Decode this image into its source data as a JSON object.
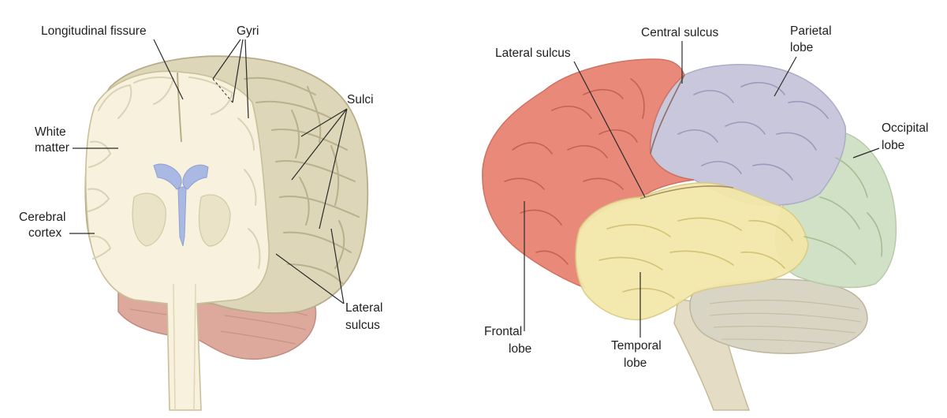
{
  "left_diagram": {
    "labels": {
      "longitudinal_fissure": "Longitudinal fissure",
      "gyri": "Gyri",
      "sulci": "Sulci",
      "white_matter_line1": "White",
      "white_matter_line2": "matter",
      "cerebral_cortex_line1": "Cerebral",
      "cerebral_cortex_line2": "cortex",
      "lateral_sulcus_line1": "Lateral",
      "lateral_sulcus_line2": "sulcus"
    }
  },
  "right_diagram": {
    "labels": {
      "lateral_sulcus": "Lateral sulcus",
      "central_sulcus": "Central sulcus",
      "parietal_lobe_line1": "Parietal",
      "parietal_lobe_line2": "lobe",
      "occipital_lobe_line1": "Occipital",
      "occipital_lobe_line2": "lobe",
      "frontal_lobe_line1": "Frontal",
      "frontal_lobe_line2": "lobe",
      "temporal_lobe_line1": "Temporal",
      "temporal_lobe_line2": "lobe"
    }
  },
  "colors": {
    "frontal": "#e9897a",
    "parietal": "#c9c7dc",
    "occipital": "#cfe0c2",
    "temporal": "#f3e7a9",
    "cerebellum": "#d9d5c4",
    "brainstem": "#e4dcc5",
    "white_matter": "#f7f1de",
    "cortex_surface": "#ddd6b8",
    "ventricles": "#a9b9e3",
    "left_cerebellum": "#dca99c"
  }
}
